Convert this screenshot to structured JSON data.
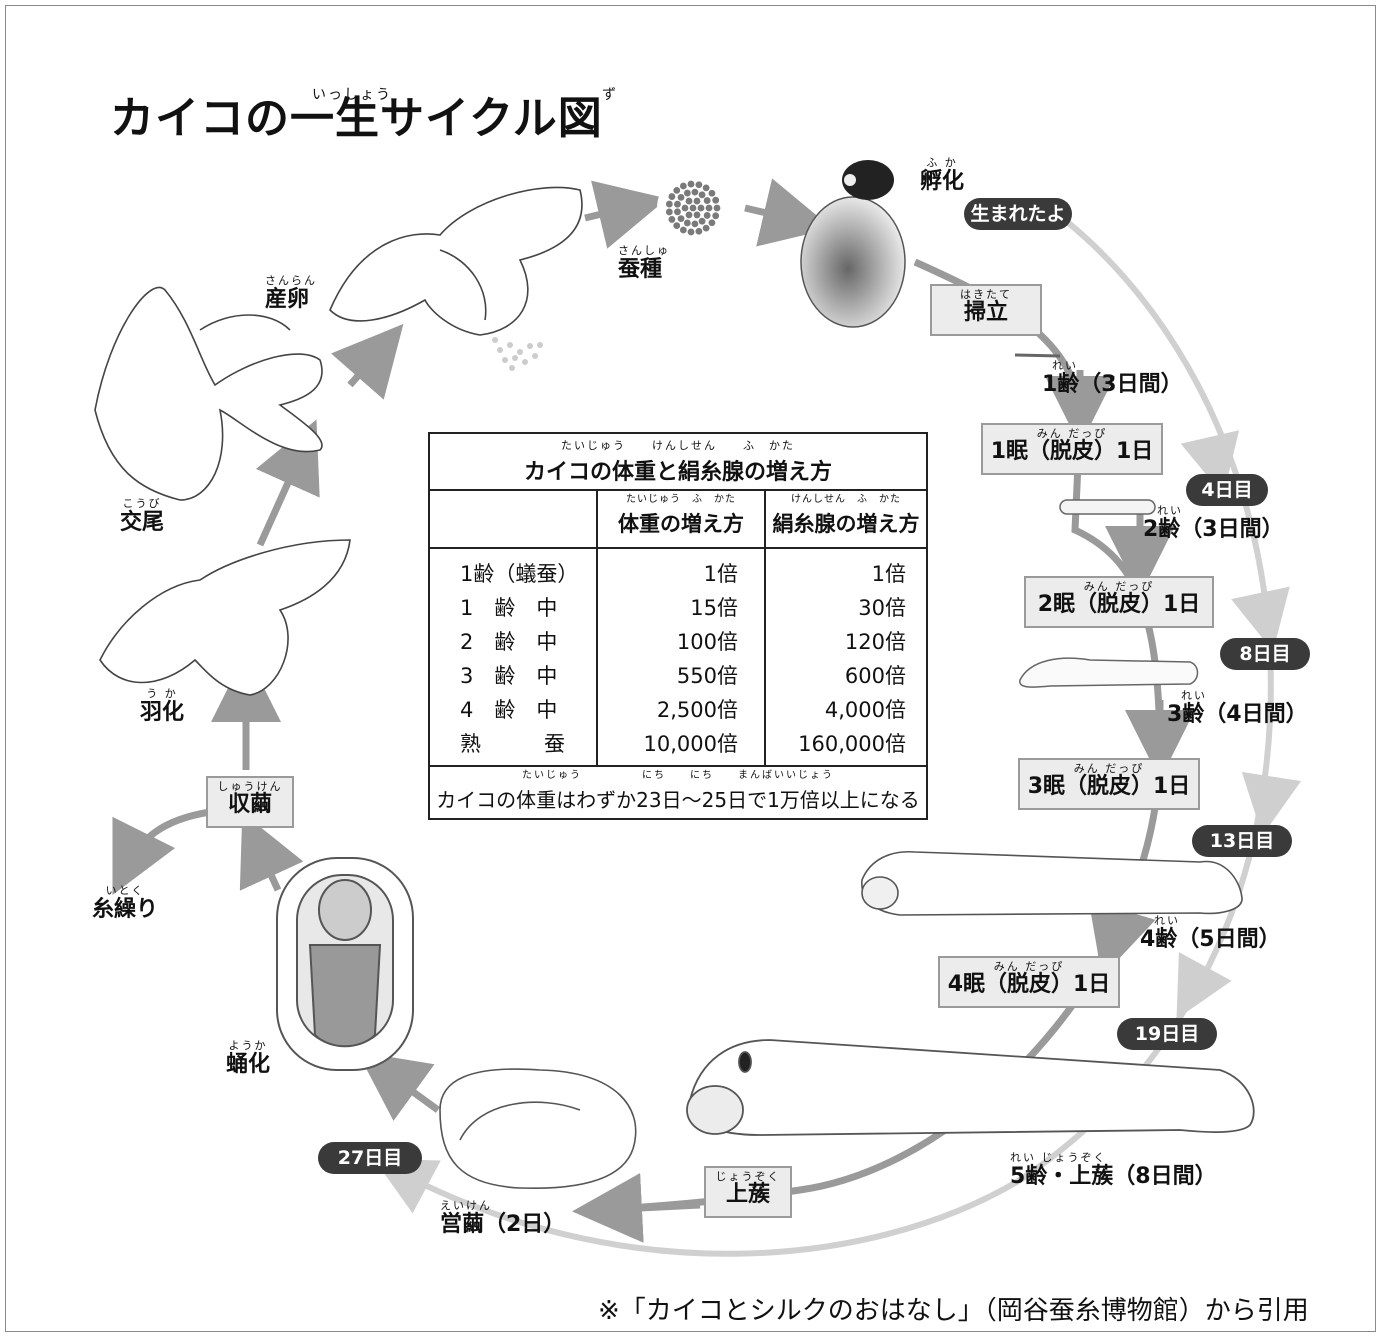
{
  "title": {
    "text": "カイコの一生サイクル図",
    "ruby_issho": "いっしょう",
    "ruby_zu": "ず"
  },
  "stages": {
    "fuka": {
      "ruby": "ふ か",
      "label": "孵化"
    },
    "umaretayo": "生まれたよ",
    "sanshu": {
      "ruby": "さんしゅ",
      "label": "蚕種"
    },
    "sanran": {
      "ruby": "さんらん",
      "label": "産卵"
    },
    "koubi": {
      "ruby": "こうび",
      "label": "交尾"
    },
    "uka": {
      "ruby": "う か",
      "label": "羽化"
    },
    "itokuri": {
      "ruby": "いとく",
      "label": "糸繰り"
    },
    "youka": {
      "ruby": "ようか",
      "label": "蛹化"
    },
    "eiken": {
      "ruby": "えいけん",
      "label": "営繭（2日）"
    },
    "rei1": {
      "ruby": "れい",
      "label": "1齢（3日間）"
    },
    "rei2": {
      "ruby": "れい",
      "label": "2齢（3日間）"
    },
    "rei3": {
      "ruby": "れい",
      "label": "3齢（4日間）"
    },
    "rei4": {
      "ruby": "れい",
      "label": "4齢（5日間）"
    },
    "rei5": {
      "ruby": "れい じょうぞく",
      "label": "5齢・上蔟（8日間）"
    }
  },
  "boxes": {
    "hakitate": {
      "ruby": "はきたて",
      "label": "掃立"
    },
    "min1": {
      "ruby": "みん だっぴ",
      "label": "1眠（脱皮）1日"
    },
    "min2": {
      "ruby": "みん だっぴ",
      "label": "2眠（脱皮）1日"
    },
    "min3": {
      "ruby": "みん だっぴ",
      "label": "3眠（脱皮）1日"
    },
    "min4": {
      "ruby": "みん だっぴ",
      "label": "4眠（脱皮）1日"
    },
    "jouzoku": {
      "ruby": "じょうぞく",
      "label": "上蔟"
    },
    "shuuken": {
      "ruby": "しゅうけん",
      "label": "収繭"
    }
  },
  "days": {
    "d4": "4日目",
    "d8": "8日目",
    "d13": "13日目",
    "d19": "19日目",
    "d27": "27日目"
  },
  "table": {
    "title": "カイコの体重と絹糸腺の増え方",
    "title_ruby": "たいじゅう　　けんしせん　　ふ　かた",
    "col2_ruby": "たいじゅう　ふ　かた",
    "col2": "体重の増え方",
    "col3_ruby": "けんしせん　ふ　かた",
    "col3": "絹糸腺の増え方",
    "rows": [
      {
        "stage": "1齢（蟻蚕）",
        "weight": "1倍",
        "gland": "1倍"
      },
      {
        "stage": "1　齢　中",
        "weight": "15倍",
        "gland": "30倍"
      },
      {
        "stage": "2　齢　中",
        "weight": "100倍",
        "gland": "120倍"
      },
      {
        "stage": "3　齢　中",
        "weight": "550倍",
        "gland": "600倍"
      },
      {
        "stage": "4　齢　中",
        "weight": "2,500倍",
        "gland": "4,000倍"
      },
      {
        "stage": "熟　　　蚕",
        "weight": "10,000倍",
        "gland": "160,000倍"
      }
    ],
    "footer_ruby": "たいじゅう　　　　　にち　　にち　　まんばいいじょう",
    "footer": "カイコの体重はわずか23日〜25日で1万倍以上になる"
  },
  "citation": "※「カイコとシルクのおはなし」（岡谷蚕糸博物館）から引用"
}
